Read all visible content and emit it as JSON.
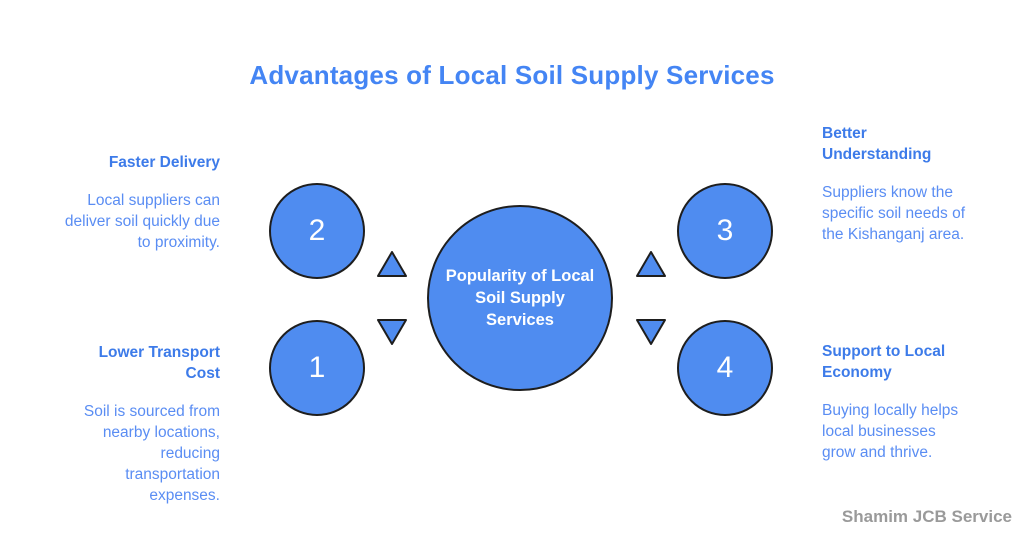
{
  "title": "Advantages of Local Soil Supply Services",
  "center": {
    "label": "Popularity of Local Soil Supply Services"
  },
  "advantages": [
    {
      "number": "1",
      "heading": "Lower Transport Cost",
      "body": "Soil is sourced from nearby locations, reducing transportation expenses."
    },
    {
      "number": "2",
      "heading": "Faster Delivery",
      "body": "Local suppliers can deliver soil quickly due to proximity."
    },
    {
      "number": "3",
      "heading": "Better Understanding",
      "body": "Suppliers know the specific soil needs of the Kishanganj area."
    },
    {
      "number": "4",
      "heading": "Support to Local Economy",
      "body": "Buying locally helps local businesses grow and thrive."
    }
  ],
  "icons": {
    "up": "triangle-up-icon",
    "down": "triangle-down-icon"
  },
  "footer": {
    "watermark": "Shamim JCB Service"
  },
  "colors": {
    "primary_fill": "#4F8CF0",
    "outline": "#1E1E1E",
    "title_text": "#4485F4",
    "heading_text": "#3D7BE9",
    "body_text": "#5A8DF3",
    "footer_text": "#9A9A9A",
    "node_number_text": "#FFFFFF",
    "center_text": "#FFFFFF"
  }
}
